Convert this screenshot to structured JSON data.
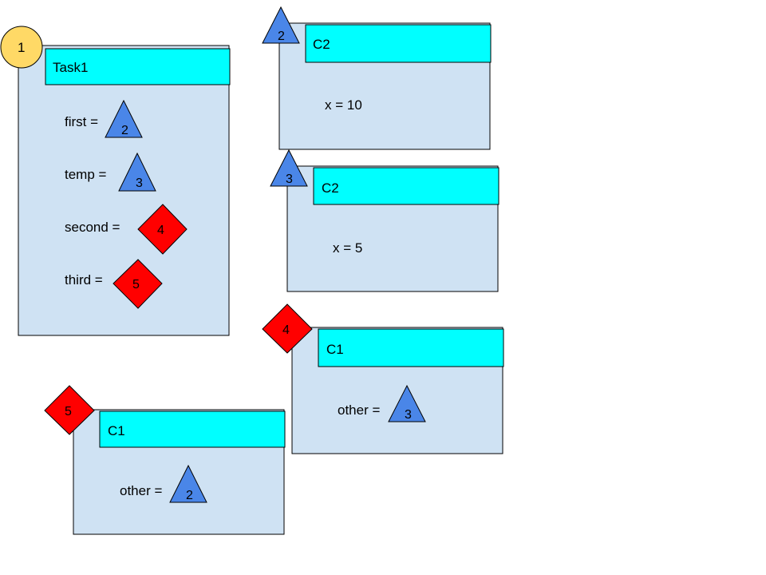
{
  "colors": {
    "box_fill": "#cfe2f3",
    "header_fill": "#00ffff",
    "triangle_fill": "#4a86e8",
    "diamond_fill": "#ff0000",
    "circle_fill": "#ffd966",
    "stroke": "#000000"
  },
  "task": {
    "badge": "1",
    "title": "Task1",
    "fields": [
      {
        "label": "first =",
        "ref": "2"
      },
      {
        "label": "temp =",
        "ref": "3"
      },
      {
        "label": "second =",
        "ref": "4"
      },
      {
        "label": "third =",
        "ref": "5"
      }
    ]
  },
  "objects": [
    {
      "badge": "2",
      "title": "C2",
      "field": "x = 10"
    },
    {
      "badge": "3",
      "title": "C2",
      "field": "x = 5"
    },
    {
      "badge": "4",
      "title": "C1",
      "field": "other =",
      "ref": "3"
    },
    {
      "badge": "5",
      "title": "C1",
      "field": "other =",
      "ref": "2"
    }
  ]
}
